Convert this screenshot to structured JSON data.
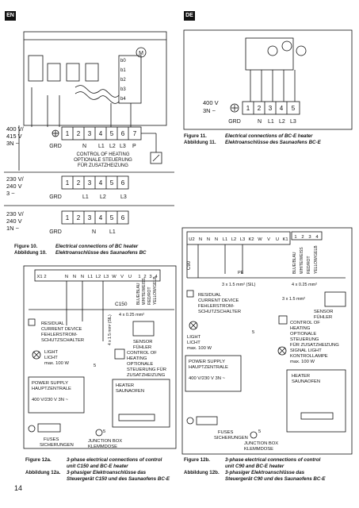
{
  "header": {
    "left_lang": "EN",
    "right_lang": "DE"
  },
  "page_number": "14",
  "fig10": {
    "supply_400": [
      "400 V/",
      "415 V",
      "3N ~"
    ],
    "supply_230_3": [
      "230 V/",
      "240 V",
      "3 ~"
    ],
    "supply_230_1": [
      "230 V/",
      "240 V",
      "1N ~"
    ],
    "terminals_7": [
      "1",
      "2",
      "3",
      "4",
      "5",
      "6",
      "7"
    ],
    "terminals_6": [
      "1",
      "2",
      "3",
      "4",
      "5",
      "6"
    ],
    "grd": "GRD",
    "row1_labels": [
      "N",
      "L1",
      "L2",
      "L3",
      "P"
    ],
    "row2_labels": [
      "L1",
      "L2",
      "L3"
    ],
    "row3_labels": [
      "N",
      "L1"
    ],
    "heater_switches": [
      "b0",
      "b1",
      "b2",
      "b3",
      "b4"
    ],
    "motor": "M",
    "control": [
      "CONTROL OF HEATING",
      "OPTIONALE STEUERUNG",
      "FÜR ZUSATZHEIZUNG"
    ],
    "cap_num_en": "Figure 10.",
    "cap_en": "Electrical connections of BC heater",
    "cap_num_de": "Abbildung 10.",
    "cap_de": "Elektroanschlüsse des Saunaofens BC"
  },
  "fig11": {
    "supply": [
      "400 V",
      "3N ~"
    ],
    "terminals": [
      "1",
      "2",
      "3",
      "4",
      "5"
    ],
    "labels": [
      "GRD",
      "N",
      "L1",
      "L2",
      "L3"
    ],
    "cap_num_en": "Figure 11.",
    "cap_en": "Electrical connections of BC-E heater",
    "cap_num_de": "Abbildung 11.",
    "cap_de": "Elektroanschlüsse des Saunaofens BC-E"
  },
  "fig12a": {
    "top_terminals": [
      "X1",
      "2",
      "N",
      "N",
      "N",
      "L1",
      "L2",
      "L3",
      "W",
      "V",
      "U"
    ],
    "sensor_terminals": [
      "1",
      "2",
      "3",
      "4"
    ],
    "unit": "C150",
    "cable_sensor": "4 x 0.25 mm²",
    "cable_side": "4 x 1.5 mm² (SIL)",
    "wire_colors": [
      "BLUE/BLAU",
      "WHITE/WEISS",
      "RED/ROT",
      "YELLOW/GELB"
    ],
    "rcd": [
      "RESIDUAL",
      "CURRENT DEVICE",
      "FEHLERSTROM-",
      "SCHUTZSCHALTER"
    ],
    "light": [
      "LIGHT",
      "LICHT",
      "max. 100 W"
    ],
    "sensor": [
      "SENSOR",
      "FÜHLER"
    ],
    "control": [
      "CONTROL OF",
      "HEATING",
      "OPTIONALE",
      "STEUERUNG FÜR",
      "ZUSATZHEIZUNG"
    ],
    "power": [
      "POWER SUPPLY",
      "HAUPTZENTRALE"
    ],
    "supply": "400 V/230 V 3N ~",
    "heater": [
      "HEATER",
      "SAUNAOFEN"
    ],
    "fuses": [
      "FUSES",
      "SICHERUNGEN"
    ],
    "junction": [
      "JUNCTION BOX",
      "KLEMMDOSE"
    ],
    "num5": "5",
    "cap_num_en": "Figure 12a.",
    "cap_en": [
      "3-phase electrical connections of control",
      "unit C150 and BC-E heater"
    ],
    "cap_num_de": "Abbildung 12a.",
    "cap_de": [
      "3-phasiger Elektroanschlüsse das",
      "Steuergerät C150 und des Saunaofens BC-E"
    ]
  },
  "fig12b": {
    "top_terminals": [
      "U2",
      "N",
      "N",
      "N",
      "L1",
      "L2",
      "L3",
      "K2",
      "W",
      "V",
      "U",
      "K1"
    ],
    "sensor_terminals": [
      "1",
      "2",
      "3",
      "4"
    ],
    "unit": "C90",
    "cable_main": "3 x 1.5 mm² (SIL)",
    "cable_sensor": "4 x 0.25 mm²",
    "cable_small": "3 x 1.5 mm²",
    "pe": "PE",
    "wire_colors": [
      "BLUE/BLAU",
      "WHITE/WEISS",
      "RED/ROT",
      "YELLOW/GELB"
    ],
    "rcd": [
      "RESIDUAL",
      "CURRENT DEVICE",
      "FEHLERSTROM-",
      "SCHUTZSCHALTER"
    ],
    "light": [
      "LIGHT",
      "LICHT",
      "max. 100 W"
    ],
    "sensor": [
      "SENSOR",
      "FÜHLER"
    ],
    "control": [
      "CONTROL OF",
      "HEATING",
      "OPTIONALE",
      "STEUERUNG",
      "FÜR ZUSATZHEIZUNG"
    ],
    "signal": [
      "SIGNAL LIGHT",
      "KONTROLLAMPE",
      "max. 100 W"
    ],
    "power": [
      "POWER SUPPLY",
      "HAUPTZENTRALE"
    ],
    "supply": "400 V/230 V 3N ~",
    "heater": [
      "HEATER",
      "SAUNAOFEN"
    ],
    "fuses": [
      "FUSES",
      "SICHERUNGEN"
    ],
    "junction": [
      "JUNCTION BOX",
      "KLEMMDOSE"
    ],
    "num5": "5",
    "cap_num_en": "Figure 12b.",
    "cap_en": [
      "3-phase electrical connections of control",
      "unit C90 and BC-E heater"
    ],
    "cap_num_de": "Abbildung 12b.",
    "cap_de": [
      "3-phasiger Elektroanschlüsse das",
      "Steuergerät C90 und des Saunaofens BC-E"
    ]
  }
}
